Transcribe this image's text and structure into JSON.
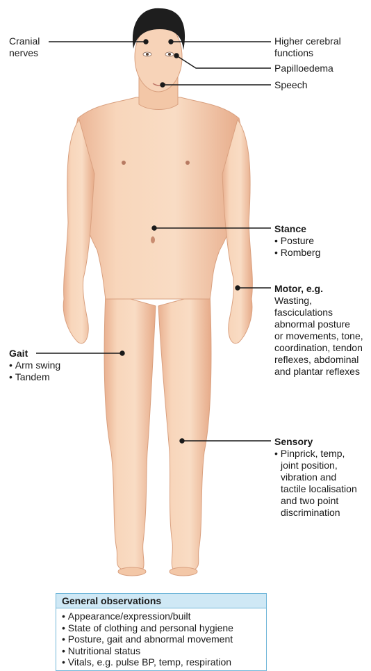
{
  "labels": {
    "cranial": "Cranial\nnerves",
    "higher": "Higher cerebral\nfunctions",
    "papilloedema": "Papilloedema",
    "speech": "Speech",
    "stance": {
      "title": "Stance",
      "items": [
        "Posture",
        "Romberg"
      ]
    },
    "motor": {
      "title": "Motor, e.g.",
      "text": "Wasting,\nfasciculations\nabnormal posture\nor movements, tone,\ncoordination, tendon\nreflexes, abdominal\nand plantar reflexes"
    },
    "gait": {
      "title": "Gait",
      "items": [
        "Arm swing",
        "Tandem"
      ]
    },
    "sensory": {
      "title": "Sensory",
      "items": [
        "Pinprick, temp,\njoint position,\nvibration and\ntactile localisation\nand two point\ndiscrimination"
      ]
    }
  },
  "observations": {
    "title": "General observations",
    "items": [
      "Appearance/expression/built",
      "State of clothing and personal hygiene",
      "Posture, gait and abnormal movement",
      "Nutritional status",
      "Vitals, e.g. pulse BP, temp, respiration"
    ]
  },
  "colors": {
    "skin": "#f6cfb0",
    "skin_shadow": "#e3a886",
    "hair": "#1e1e1e",
    "box_border": "#6fb6d9",
    "box_header": "#cfe8f5"
  }
}
